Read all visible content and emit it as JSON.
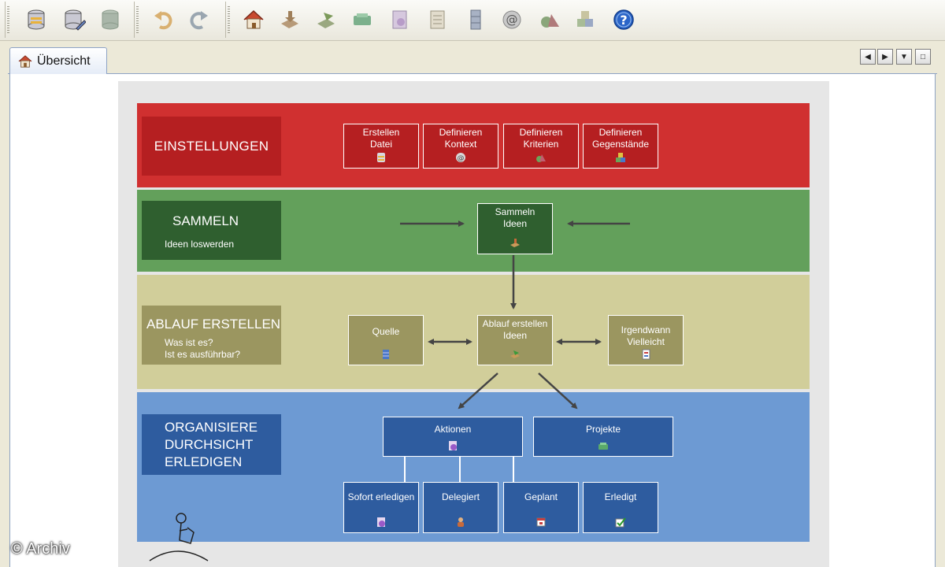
{
  "toolbar": {
    "icons": [
      "database-icon",
      "database-edit-icon",
      "database-gray-icon",
      "undo-icon",
      "redo-icon",
      "home-icon",
      "collect-icon",
      "process-icon",
      "project-icon",
      "document-icon",
      "sheet-icon",
      "cabinet-icon",
      "at-context-icon",
      "criteria-icon",
      "objects-icon",
      "help-icon"
    ]
  },
  "tabs": [
    {
      "label": "Übersicht"
    }
  ],
  "diagram": {
    "einstellungen": {
      "title": "EINSTELLUNGEN",
      "boxes": [
        {
          "line1": "Erstellen",
          "line2": "Datei"
        },
        {
          "line1": "Definieren",
          "line2": "Kontext"
        },
        {
          "line1": "Definieren",
          "line2": "Kriterien"
        },
        {
          "line1": "Definieren",
          "line2": "Gegenstände"
        }
      ]
    },
    "sammeln": {
      "title": "SAMMELN",
      "subtitle": "Ideen loswerden",
      "box": {
        "line1": "Sammeln",
        "line2": "Ideen"
      }
    },
    "ablauf": {
      "title": "ABLAUF ERSTELLEN",
      "sub1": "Was ist es?",
      "sub2": "Ist es ausführbar?",
      "quelle": "Quelle",
      "center": {
        "line1": "Ablauf erstellen",
        "line2": "Ideen"
      },
      "irgend": {
        "line1": "Irgendwann",
        "line2": "Vielleicht"
      }
    },
    "organisiere": {
      "line1": "ORGANISIERE",
      "line2": "DURCHSICHT",
      "line3": "ERLEDIGEN",
      "aktionen": "Aktionen",
      "projekte": "Projekte",
      "sofort": "Sofort erledigen",
      "delegiert": "Delegiert",
      "geplant": "Geplant",
      "erledigt": "Erledigt"
    }
  },
  "watermark": "© Archiv"
}
